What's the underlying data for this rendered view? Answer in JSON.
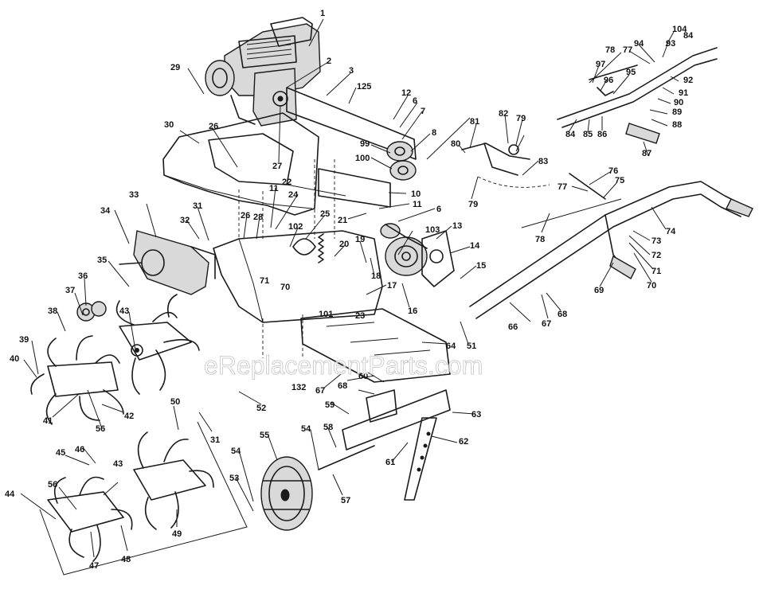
{
  "watermark": "eReplacementParts.com",
  "callouts": [
    "1",
    "2",
    "3",
    "6",
    "6",
    "7",
    "8",
    "10",
    "11",
    "11",
    "12",
    "13",
    "14",
    "15",
    "16",
    "17",
    "18",
    "19",
    "20",
    "21",
    "22",
    "23",
    "24",
    "25",
    "26",
    "26",
    "27",
    "28",
    "29",
    "30",
    "31",
    "31",
    "32",
    "33",
    "34",
    "35",
    "36",
    "37",
    "38",
    "39",
    "40",
    "41",
    "42",
    "43",
    "43",
    "44",
    "45",
    "46",
    "47",
    "48",
    "49",
    "50",
    "51",
    "52",
    "53",
    "54",
    "54",
    "55",
    "56",
    "56",
    "57",
    "58",
    "59",
    "60",
    "61",
    "62",
    "63",
    "64",
    "66",
    "67",
    "67",
    "68",
    "68",
    "69",
    "70",
    "70",
    "71",
    "71",
    "72",
    "73",
    "74",
    "75",
    "76",
    "77",
    "77",
    "78",
    "78",
    "79",
    "79",
    "80",
    "81",
    "82",
    "83",
    "84",
    "84",
    "85",
    "86",
    "87",
    "88",
    "89",
    "90",
    "91",
    "92",
    "93",
    "94",
    "95",
    "96",
    "97",
    "99",
    "100",
    "101",
    "102",
    "103",
    "104",
    "125",
    "132"
  ]
}
